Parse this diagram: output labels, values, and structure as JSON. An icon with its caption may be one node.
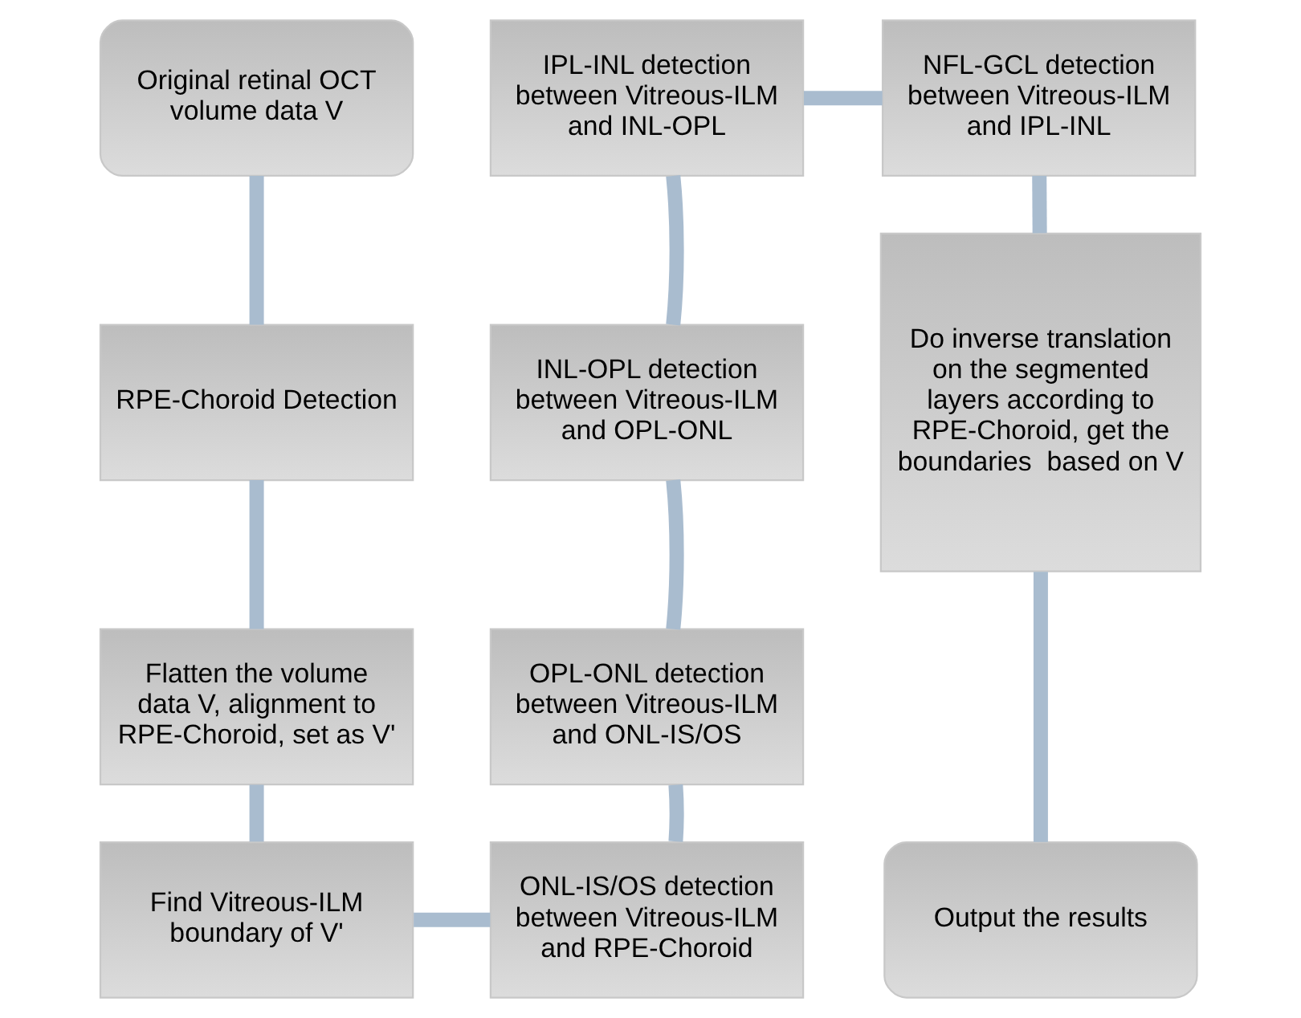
{
  "diagram": {
    "nodes": [
      {
        "text": [
          "Original retinal OCT volume data V"
        ]
      },
      {
        "text": [
          "RPE-Choroid Detection"
        ]
      },
      {
        "text": [
          "Flatten the volume data V, alignment to RPE-Choroid, set as V'"
        ]
      },
      {
        "text": [
          "Find Vitreous-ILM boundary of V'"
        ]
      },
      {
        "text": [
          "ONL-IS/OS detection between Vitreous-ILM and RPE-Choroid"
        ]
      },
      {
        "text": [
          "OPL-ONL detection between Vitreous-ILM and ONL-IS/OS"
        ]
      },
      {
        "text": [
          "INL-OPL detection between Vitreous-ILM and OPL-ONL"
        ]
      },
      {
        "text": [
          "IPL-INL detection between Vitreous-ILM and INL-OPL"
        ]
      },
      {
        "text": [
          "NFL-GCL detection between Vitreous-ILM and IPL-INL"
        ]
      },
      {
        "text": [
          "Do inverse translation on the segmented layers according to RPE-Choroid, get the boundaries  based on V"
        ]
      },
      {
        "text": [
          "Output the results"
        ]
      }
    ],
    "edges": [
      {
        "from": 0,
        "to": 1,
        "arrow": "none"
      },
      {
        "from": 1,
        "to": 2,
        "arrow": "none"
      },
      {
        "from": 2,
        "to": 3,
        "arrow": "none"
      },
      {
        "from": 3,
        "to": 4,
        "arrow": "none"
      },
      {
        "from": 4,
        "to": 5,
        "arrow": "none"
      },
      {
        "from": 5,
        "to": 6,
        "arrow": "none"
      },
      {
        "from": 6,
        "to": 7,
        "arrow": "none"
      },
      {
        "from": 7,
        "to": 8,
        "arrow": "none"
      },
      {
        "from": 8,
        "to": 9,
        "arrow": "none"
      },
      {
        "from": 9,
        "to": 10,
        "arrow": "none"
      }
    ]
  }
}
